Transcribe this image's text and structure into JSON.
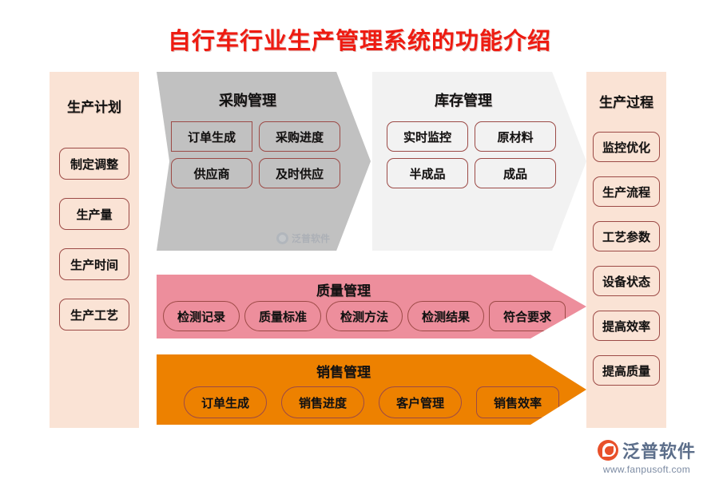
{
  "title": "自行车行业生产管理系统的功能介绍",
  "columns": {
    "left": {
      "title": "生产计划",
      "items": [
        {
          "label": "制定调整"
        },
        {
          "label": "生产量"
        },
        {
          "label": "生产时间"
        },
        {
          "label": "生产工艺"
        }
      ]
    },
    "right": {
      "title": "生产过程",
      "items": [
        {
          "label": "监控优化"
        },
        {
          "label": "生产流程"
        },
        {
          "label": "工艺参数"
        },
        {
          "label": "设备状态"
        },
        {
          "label": "提高效率"
        },
        {
          "label": "提高质量"
        }
      ]
    }
  },
  "panels": [
    {
      "title": "采购管理",
      "color": "#C1C1C1",
      "items": [
        {
          "label": "订单生成",
          "shape": "sharp"
        },
        {
          "label": "采购进度",
          "shape": "round"
        },
        {
          "label": "供应商",
          "shape": "round"
        },
        {
          "label": "及时供应",
          "shape": "round"
        }
      ]
    },
    {
      "title": "库存管理",
      "color": "#F2F2F2",
      "items": [
        {
          "label": "实时监控",
          "shape": "round"
        },
        {
          "label": "原材料",
          "shape": "round"
        },
        {
          "label": "半成品",
          "shape": "round"
        },
        {
          "label": "成品",
          "shape": "round"
        }
      ]
    }
  ],
  "bands": [
    {
      "title": "质量管理",
      "color": "#ED8E9C",
      "items": [
        {
          "label": "检测记录",
          "shape": "round"
        },
        {
          "label": "质量标准",
          "shape": "round"
        },
        {
          "label": "检测方法",
          "shape": "round"
        },
        {
          "label": "检测结果",
          "shape": "round"
        },
        {
          "label": "符合要求",
          "shape": "sharp"
        }
      ]
    },
    {
      "title": "销售管理",
      "color": "#ED8100",
      "items": [
        {
          "label": "订单生成",
          "shape": "round"
        },
        {
          "label": "销售进度",
          "shape": "round"
        },
        {
          "label": "客户管理",
          "shape": "round"
        },
        {
          "label": "销售效率",
          "shape": "sharp"
        }
      ]
    }
  ],
  "watermark": {
    "center_text": "泛普软件"
  },
  "logo": {
    "name": "泛普软件",
    "url": "www.fanpusoft.com"
  },
  "colors": {
    "title": "#EE1B11",
    "side_column": "#FAE3D5",
    "pill_border": "#9C4A46",
    "logo_text": "#5C6E8A"
  }
}
